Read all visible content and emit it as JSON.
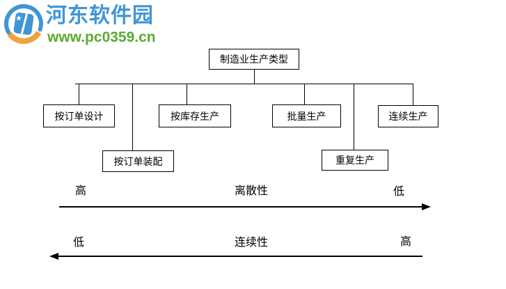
{
  "brand": {
    "site_name": "河东软件园",
    "site_url": "www.pc0359.cn",
    "colors": {
      "blue": "#4095d5",
      "green": "#5aab2e",
      "orange": "#f0a23c"
    }
  },
  "diagram": {
    "root_label": "制造业生产类型",
    "level1": [
      "按订单设计",
      "按库存生产",
      "批量生产",
      "连续生产"
    ],
    "level2": [
      "按订单装配",
      "重复生产"
    ],
    "axes": [
      {
        "name": "discreteness",
        "left": "高",
        "center": "离散性",
        "right": "低",
        "direction": "right"
      },
      {
        "name": "continuity",
        "left": "低",
        "center": "连续性",
        "right": "高",
        "direction": "left"
      }
    ]
  }
}
